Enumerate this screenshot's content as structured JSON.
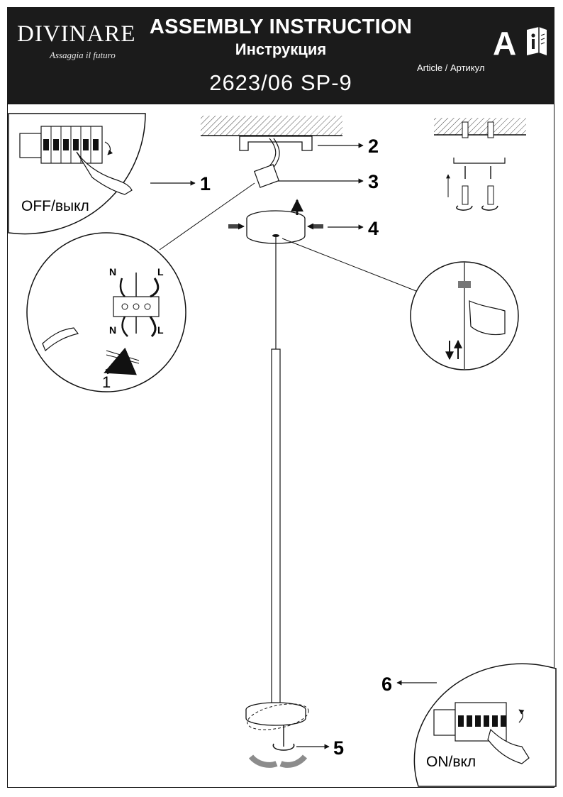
{
  "header": {
    "brand": "DIVINARE",
    "brand_tagline": "Assaggia il futuro",
    "title": "ASSEMBLY INSTRUCTION",
    "title_ru": "Инструкция",
    "model": "2623/06 SP-9",
    "article_label": "Article / Артикул",
    "language_letter": "A",
    "info_icon": "book-info-icon"
  },
  "steps": {
    "s1": "1",
    "s2": "2",
    "s3": "3",
    "s4": "4",
    "s5": "5",
    "s6": "6"
  },
  "labels": {
    "off": "OFF/выкл",
    "on": "ON/вкл",
    "neutral": "N",
    "live": "L",
    "substep": "1"
  },
  "colors": {
    "header_bg": "#1b1b1b",
    "line": "#111111",
    "arrow_gray": "#8c8c8c"
  }
}
